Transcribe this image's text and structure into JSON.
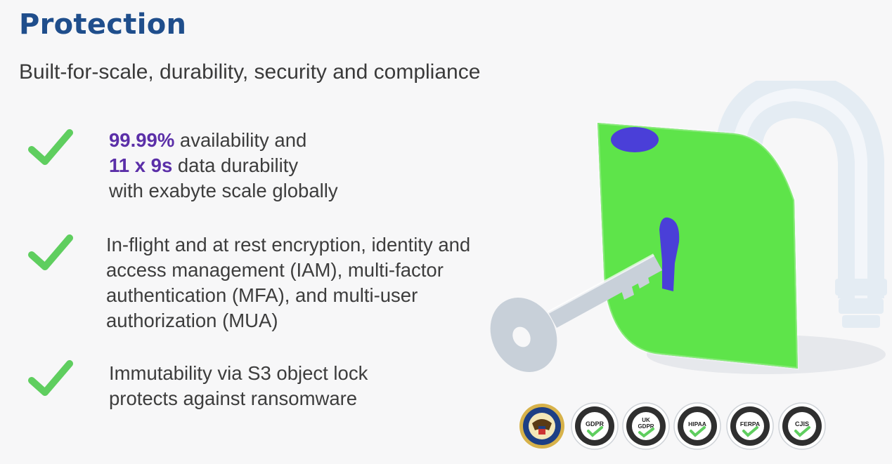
{
  "slide": {
    "title": "Protection",
    "subtitle": "Built-for-scale, durability, security and compliance"
  },
  "colors": {
    "title": "#1f4e8c",
    "check": "#5fce5f",
    "highlight": "#5b2fa8",
    "lock_body": "#5ee44a",
    "lock_body_dark": "#3fb834",
    "lock_hole": "#4a3fd8",
    "shackle": "#e4ecf3",
    "key": "#c8d0d9"
  },
  "bullets": [
    {
      "icon": "checkmark-icon",
      "stat1": "99.99%",
      "text1": " availability and",
      "stat2": "11 x 9s",
      "text2": " data durability",
      "line3": "with exabyte scale globally"
    },
    {
      "icon": "checkmark-icon",
      "lines": [
        "In-flight and at rest encryption, identity and",
        "access management (IAM), multi-factor",
        "authentication (MFA), and multi-user",
        "authorization (MUA)"
      ]
    },
    {
      "icon": "checkmark-icon",
      "lines": [
        "Immutability via S3 object lock",
        "protects against ransomware"
      ]
    }
  ],
  "illustration": {
    "icon": "padlock-with-key-icon"
  },
  "badges": [
    {
      "icon": "sec-seal-icon",
      "label": ""
    },
    {
      "icon": "gdpr-badge-icon",
      "label": "GDPR"
    },
    {
      "icon": "uk-gdpr-badge-icon",
      "label": "UK\nGDPR"
    },
    {
      "icon": "hipaa-badge-icon",
      "label": "HIPAA"
    },
    {
      "icon": "ferpa-badge-icon",
      "label": "FERPA"
    },
    {
      "icon": "cjis-badge-icon",
      "label": "CJIS"
    }
  ]
}
